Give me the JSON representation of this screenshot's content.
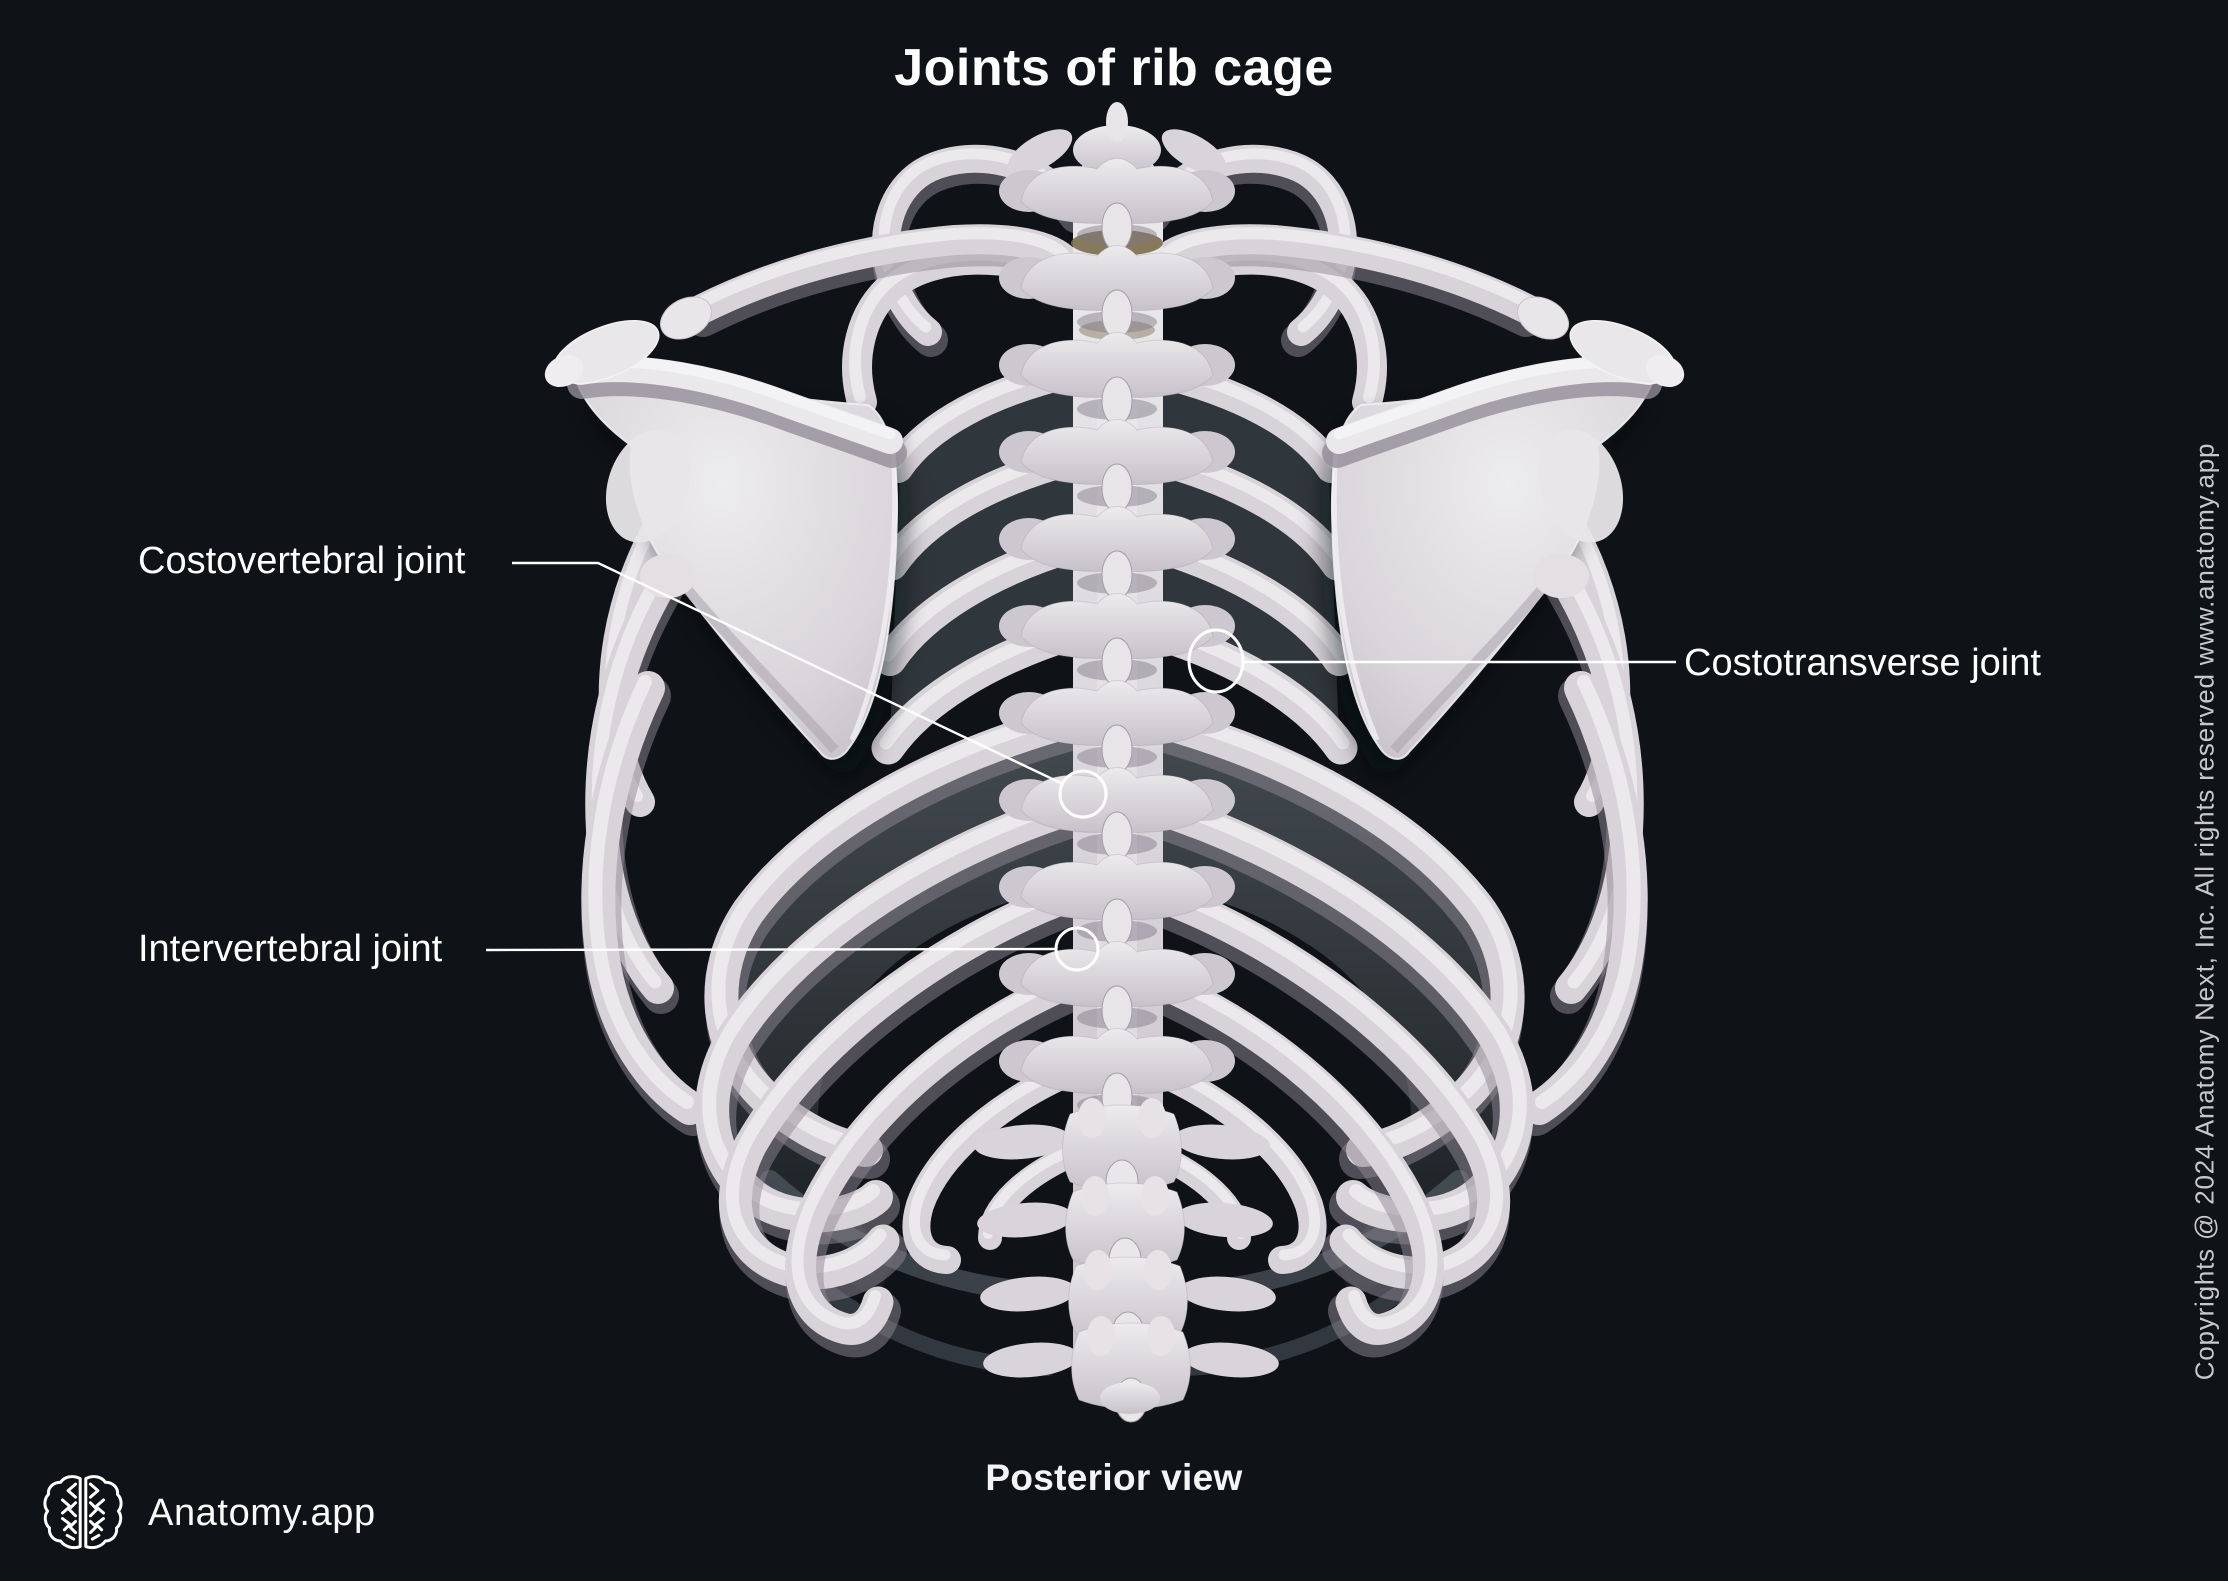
{
  "page": {
    "title": "Joints of rib cage",
    "view_label": "Posterior view",
    "background": "#0f1216"
  },
  "annotations": {
    "labels": [
      {
        "id": "costovertebral",
        "text": "Costovertebral joint"
      },
      {
        "id": "costotransverse",
        "text": "Costotransverse joint"
      },
      {
        "id": "intervertebral",
        "text": "Intervertebral joint"
      }
    ],
    "marker_style": "white outline circles with leader lines"
  },
  "branding": {
    "app_name": "Anatomy.app",
    "logo_icon": "brain-icon"
  },
  "copyright": {
    "text": "Copyrights @ 2024 Anatomy Next, Inc. All rights reserved www.anatomy.app"
  },
  "colors": {
    "background": "#0f1216",
    "bone_light": "#eeecef",
    "bone_mid": "#d8d3d9",
    "bone_shadow": "#8f8894",
    "membrane": "#aebfc3",
    "annotation": "#ffffff",
    "text_primary": "#ffffff",
    "text_muted": "#c8c7cc"
  }
}
